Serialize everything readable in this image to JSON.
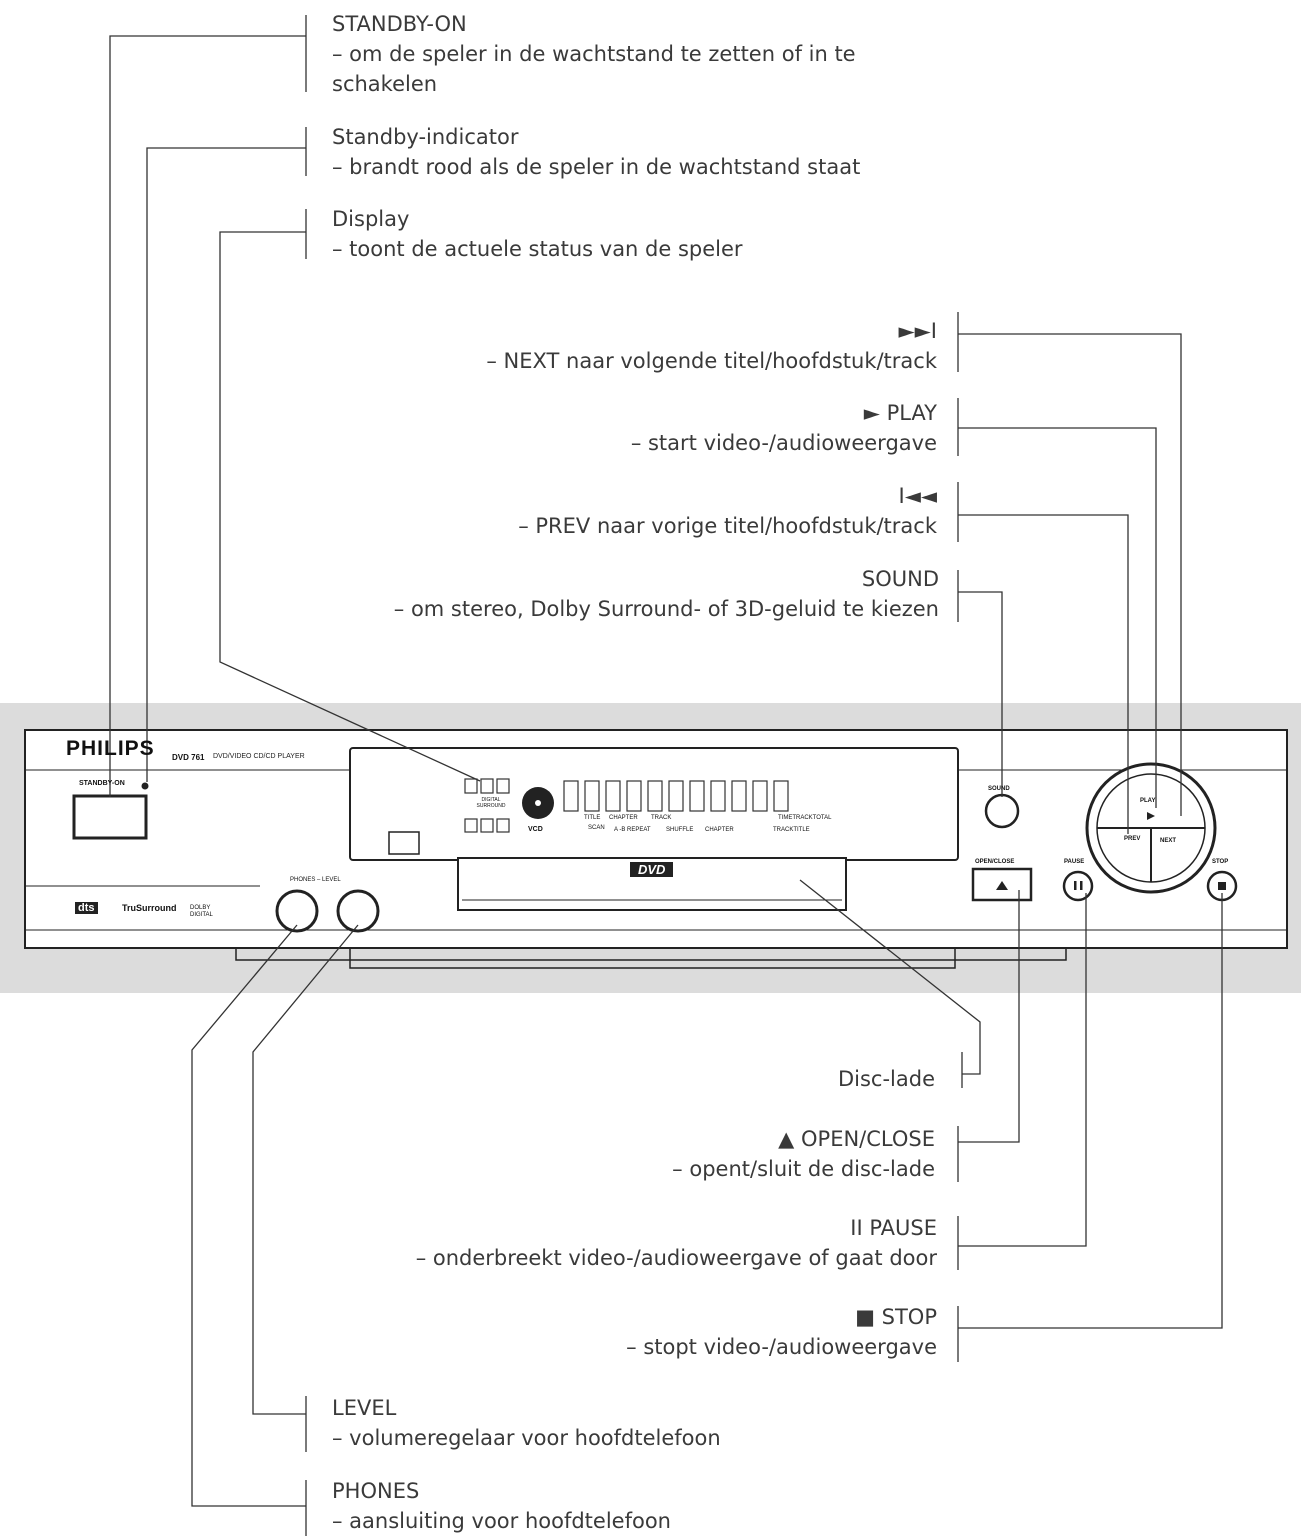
{
  "labels": {
    "standby_on": {
      "title": "STANDBY-ON",
      "desc1": "– om de speler in de wachtstand te zetten of in te",
      "desc2": "schakelen"
    },
    "standby_indicator": {
      "title": "Standby-indicator",
      "desc": "– brandt rood als de speler in de wachtstand staat"
    },
    "display": {
      "title": "Display",
      "desc": "– toont de actuele status van de speler"
    },
    "next": {
      "title": "►►I",
      "desc": "– NEXT naar volgende titel/hoofdstuk/track"
    },
    "play": {
      "title": "► PLAY",
      "desc": "– start video-/audioweergave"
    },
    "prev": {
      "title": "I◄◄",
      "desc": "– PREV naar vorige titel/hoofdstuk/track"
    },
    "sound": {
      "title": "SOUND",
      "desc": "– om stereo, Dolby Surround- of 3D-geluid te kiezen"
    },
    "disc_tray": {
      "title": "Disc-lade"
    },
    "open_close": {
      "title": "▲  OPEN/CLOSE",
      "desc": "– opent/sluit de disc-lade"
    },
    "pause": {
      "title": "II  PAUSE",
      "desc": "– onderbreekt video-/audioweergave of gaat door"
    },
    "stop": {
      "title": "■  STOP",
      "desc": "– stopt video-/audioweergave"
    },
    "level": {
      "title": "LEVEL",
      "desc": "– volumeregelaar voor hoofdtelefoon"
    },
    "phones": {
      "title": "PHONES",
      "desc": "– aansluiting voor hoofdtelefoon"
    }
  },
  "device": {
    "brand": "PHILIPS",
    "model": "DVD 761",
    "model_desc": "DVD/VIDEO CD/CD PLAYER",
    "standby_label": "STANDBY-ON",
    "phones_level_label": "PHONES – LEVEL",
    "sound_label": "SOUND",
    "open_close_label": "OPEN/CLOSE",
    "pause_label": "PAUSE",
    "stop_label": "STOP",
    "play_label": "PLAY",
    "prev_label": "PREV",
    "next_label": "NEXT",
    "dvd_logo": "DVD",
    "dts_logo": "dts",
    "trusurround_logo": "TruSurround",
    "dolby_logo": "DOLBY DIGITAL",
    "display": {
      "digital_surround": "DIGITAL SURROUND",
      "vcd": "VCD",
      "title": "TITLE",
      "scan": "SCAN",
      "chapter_top": "CHAPTER",
      "ab_repeat": "A -B REPEAT",
      "track": "TRACK",
      "shuffle": "SHUFFLE",
      "chapter_bottom": "CHAPTER",
      "time_track_total": "TIMETRACKTOTAL",
      "track_title": "TRACKTITLE"
    }
  }
}
